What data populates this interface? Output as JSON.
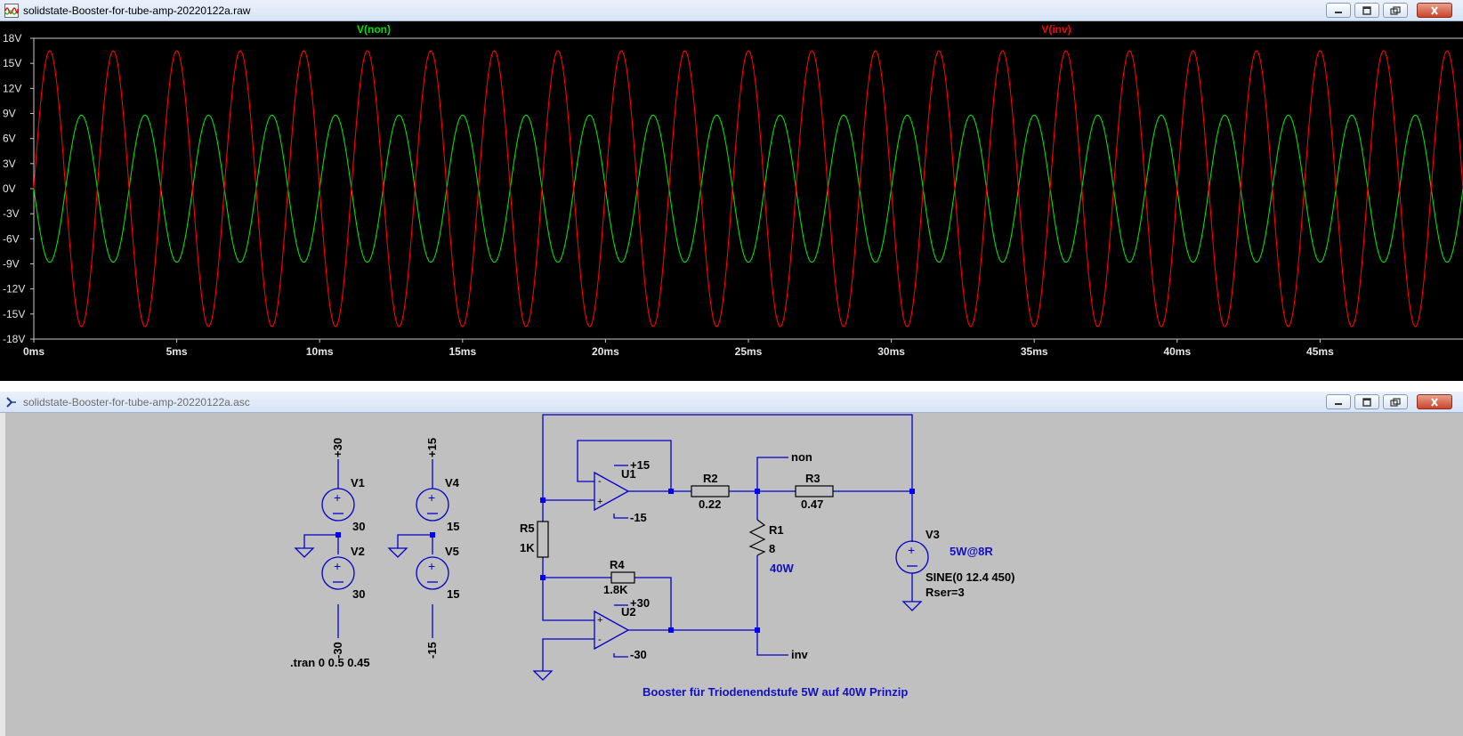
{
  "waveform_window": {
    "title": "solidstate-Booster-for-tube-amp-20220122a.raw",
    "legend": [
      {
        "label": "V(non)",
        "color": "#00e000"
      },
      {
        "label": "V(inv)",
        "color": "#ff0000"
      }
    ]
  },
  "schematic_window": {
    "title": "solidstate-Booster-for-tube-amp-20220122a.asc",
    "labels": {
      "v1_name": "V1",
      "v1_value": "30",
      "v1_top": "+30",
      "v2_name": "V2",
      "v2_value": "30",
      "v2_bottom": "-30",
      "v4_name": "V4",
      "v4_value": "15",
      "v4_top": "+15",
      "v5_name": "V5",
      "v5_value": "15",
      "v5_bottom": "-15",
      "tran": ".tran 0 0.5 0.45",
      "r5_name": "R5",
      "r5_value": "1K",
      "r4_name": "R4",
      "r4_value": "1.8K",
      "u1_name": "U1",
      "u1_vp": "+15",
      "u1_vn": "-15",
      "u2_name": "U2",
      "u2_vp": "+30",
      "u2_vn": "-30",
      "r2_name": "R2",
      "r2_value": "0.22",
      "r3_name": "R3",
      "r3_value": "0.47",
      "r1_name": "R1",
      "r1_value": "8",
      "r1_note": "40W",
      "net_non": "non",
      "net_inv": "inv",
      "v3_name": "V3",
      "v3_note": "5W@8R",
      "v3_value": "SINE(0 12.4 450)",
      "v3_rser": "Rser=3",
      "footer": "Booster für Triodenendstufe 5W auf 40W Prinzip",
      "opamp_plus": "+",
      "opamp_minus": "-"
    }
  },
  "chart_data": {
    "type": "line",
    "x_unit": "ms",
    "xlim": [
      0,
      50
    ],
    "ylim": [
      -18,
      18
    ],
    "x_ticks": [
      "0ms",
      "5ms",
      "10ms",
      "15ms",
      "20ms",
      "25ms",
      "30ms",
      "35ms",
      "40ms",
      "45ms"
    ],
    "y_ticks": [
      "18V",
      "15V",
      "12V",
      "9V",
      "6V",
      "3V",
      "0V",
      "-3V",
      "-6V",
      "-9V",
      "-12V",
      "-15V",
      "-18V"
    ],
    "grid": false,
    "legend_placement": "top",
    "series": [
      {
        "name": "V(non)",
        "color": "#00e000",
        "amplitude": 8.8,
        "frequency_hz": 450,
        "phase_deg": 180
      },
      {
        "name": "V(inv)",
        "color": "#ff0000",
        "amplitude": 16.5,
        "frequency_hz": 450,
        "phase_deg": 0
      }
    ]
  },
  "icons": {
    "waveform_icon": "waveform-icon",
    "schematic_icon": "schematic-icon",
    "minimize": "minimize-icon",
    "maximize": "maximize-icon",
    "close": "close-icon"
  },
  "colors": {
    "plot_bg": "#000000",
    "schem_bg": "#c0c0c0",
    "wire": "#0000c8",
    "junction": "#0000ff"
  }
}
